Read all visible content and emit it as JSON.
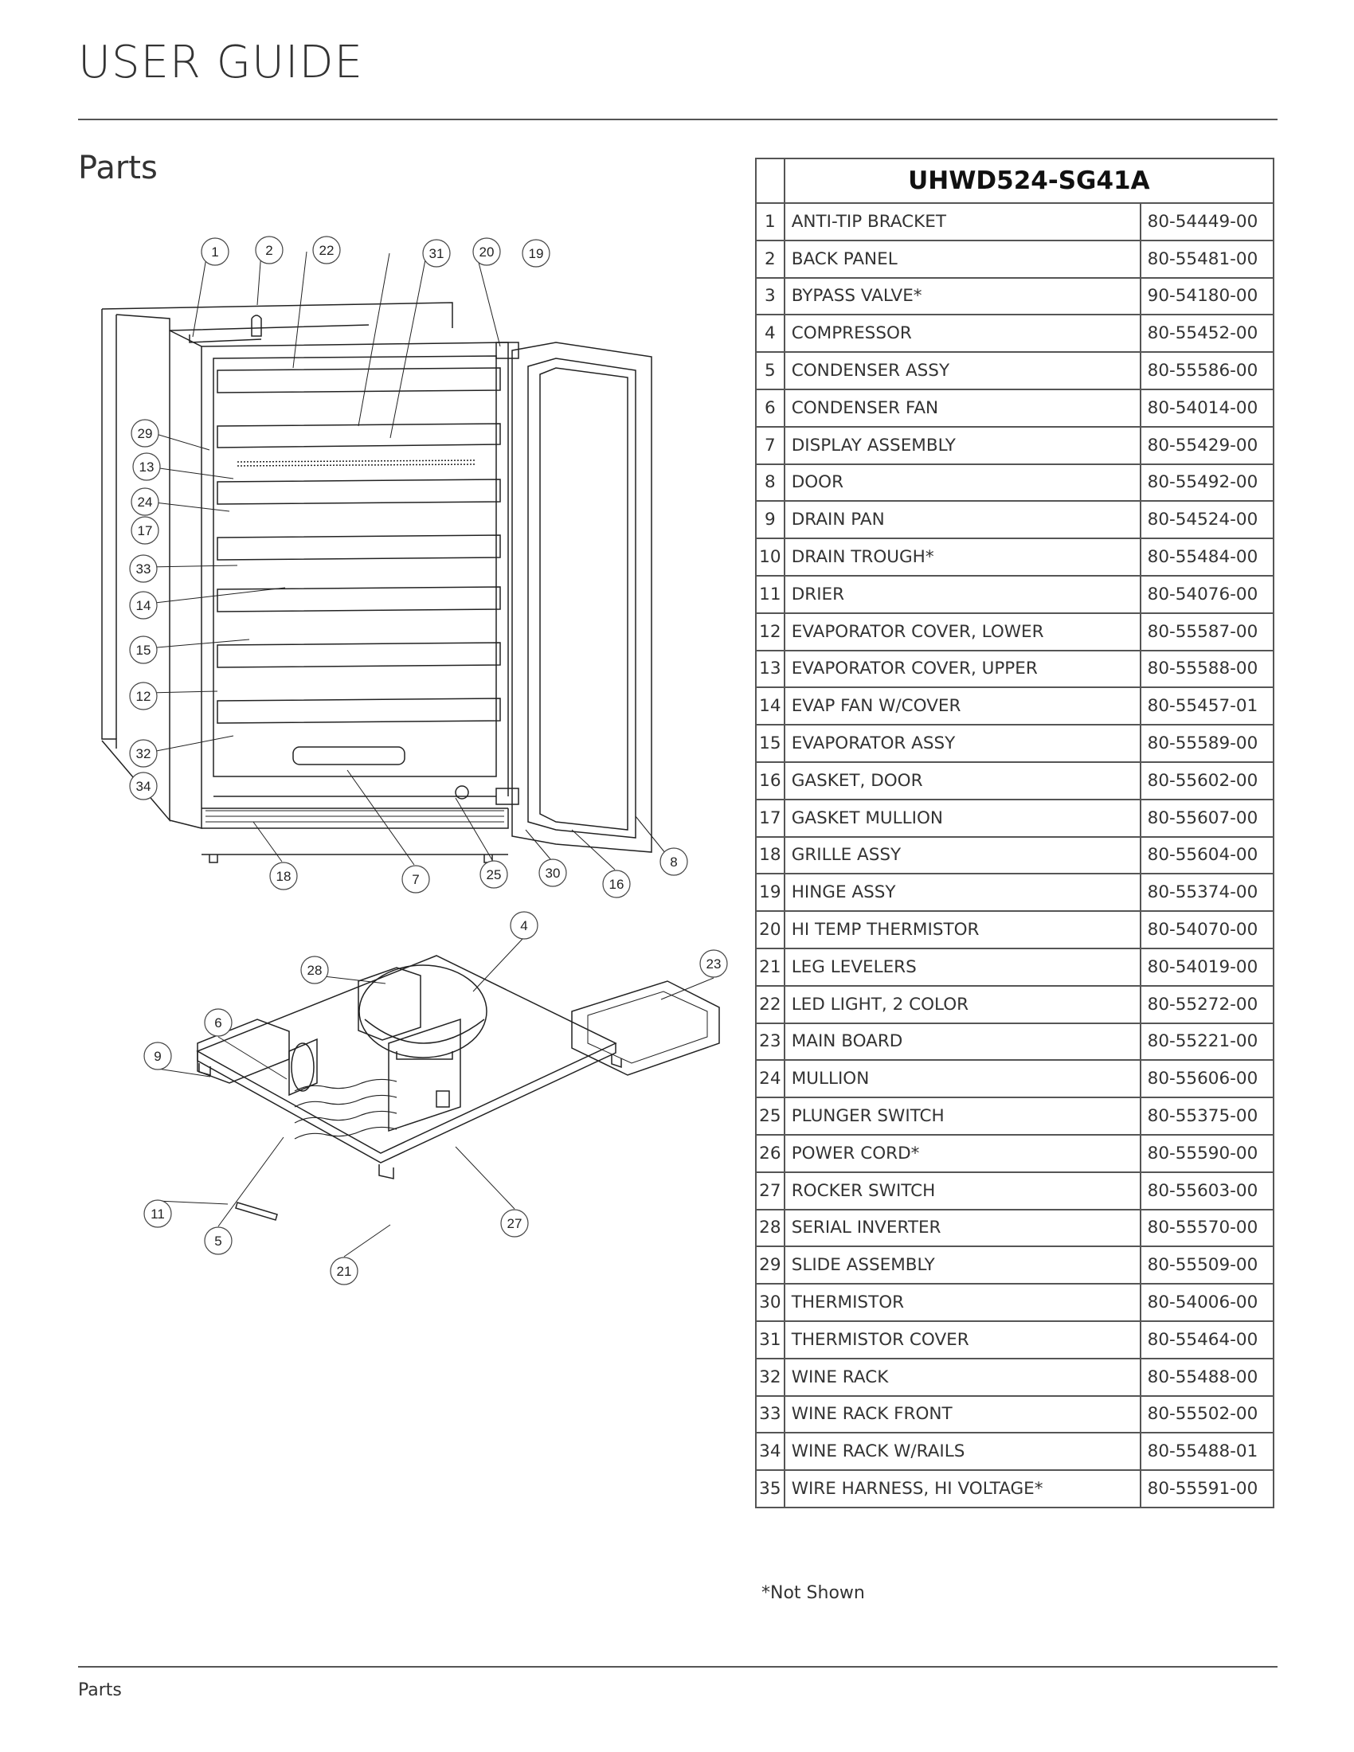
{
  "header": {
    "title": "USER GUIDE"
  },
  "section": {
    "title": "Parts"
  },
  "footer": {
    "label": "Parts"
  },
  "table": {
    "title": "UHWD524-SG41A",
    "rows": [
      [
        "1",
        "ANTI-TIP BRACKET",
        "80-54449-00"
      ],
      [
        "2",
        "BACK PANEL",
        "80-55481-00"
      ],
      [
        "3",
        "BYPASS VALVE*",
        "90-54180-00"
      ],
      [
        "4",
        "COMPRESSOR",
        "80-55452-00"
      ],
      [
        "5",
        "CONDENSER ASSY",
        "80-55586-00"
      ],
      [
        "6",
        "CONDENSER FAN",
        "80-54014-00"
      ],
      [
        "7",
        "DISPLAY ASSEMBLY",
        "80-55429-00"
      ],
      [
        "8",
        "DOOR",
        "80-55492-00"
      ],
      [
        "9",
        "DRAIN PAN",
        "80-54524-00"
      ],
      [
        "10",
        "DRAIN TROUGH*",
        "80-55484-00"
      ],
      [
        "11",
        "DRIER",
        "80-54076-00"
      ],
      [
        "12",
        "EVAPORATOR COVER, LOWER",
        "80-55587-00"
      ],
      [
        "13",
        "EVAPORATOR COVER, UPPER",
        "80-55588-00"
      ],
      [
        "14",
        "EVAP FAN W/COVER",
        "80-55457-01"
      ],
      [
        "15",
        "EVAPORATOR ASSY",
        "80-55589-00"
      ],
      [
        "16",
        "GASKET, DOOR",
        "80-55602-00"
      ],
      [
        "17",
        "GASKET MULLION",
        "80-55607-00"
      ],
      [
        "18",
        "GRILLE ASSY",
        "80-55604-00"
      ],
      [
        "19",
        "HINGE ASSY",
        "80-55374-00"
      ],
      [
        "20",
        "HI TEMP THERMISTOR",
        "80-54070-00"
      ],
      [
        "21",
        "LEG LEVELERS",
        "80-54019-00"
      ],
      [
        "22",
        "LED LIGHT, 2 COLOR",
        "80-55272-00"
      ],
      [
        "23",
        "MAIN BOARD",
        "80-55221-00"
      ],
      [
        "24",
        "MULLION",
        "80-55606-00"
      ],
      [
        "25",
        "PLUNGER SWITCH",
        "80-55375-00"
      ],
      [
        "26",
        "POWER CORD*",
        "80-55590-00"
      ],
      [
        "27",
        "ROCKER SWITCH",
        "80-55603-00"
      ],
      [
        "28",
        "SERIAL INVERTER",
        "80-55570-00"
      ],
      [
        "29",
        "SLIDE ASSEMBLY",
        "80-55509-00"
      ],
      [
        "30",
        "THERMISTOR",
        "80-54006-00"
      ],
      [
        "31",
        "THERMISTOR COVER",
        "80-55464-00"
      ],
      [
        "32",
        "WINE RACK",
        "80-55488-00"
      ],
      [
        "33",
        "WINE RACK FRONT",
        "80-55502-00"
      ],
      [
        "34",
        "WINE RACK W/RAILS",
        "80-55488-01"
      ],
      [
        "35",
        "WIRE HARNESS, HI VOLTAGE*",
        "80-55591-00"
      ]
    ]
  },
  "note": "*Not Shown",
  "diagram": {
    "callouts_upper": [
      "1",
      "2",
      "22",
      "31",
      "20",
      "19",
      "29",
      "13",
      "24",
      "17",
      "33",
      "14",
      "15",
      "12",
      "32",
      "34",
      "18",
      "7",
      "25",
      "30",
      "16",
      "8"
    ],
    "callouts_lower": [
      "4",
      "28",
      "23",
      "6",
      "9",
      "11",
      "5",
      "27",
      "21"
    ]
  }
}
